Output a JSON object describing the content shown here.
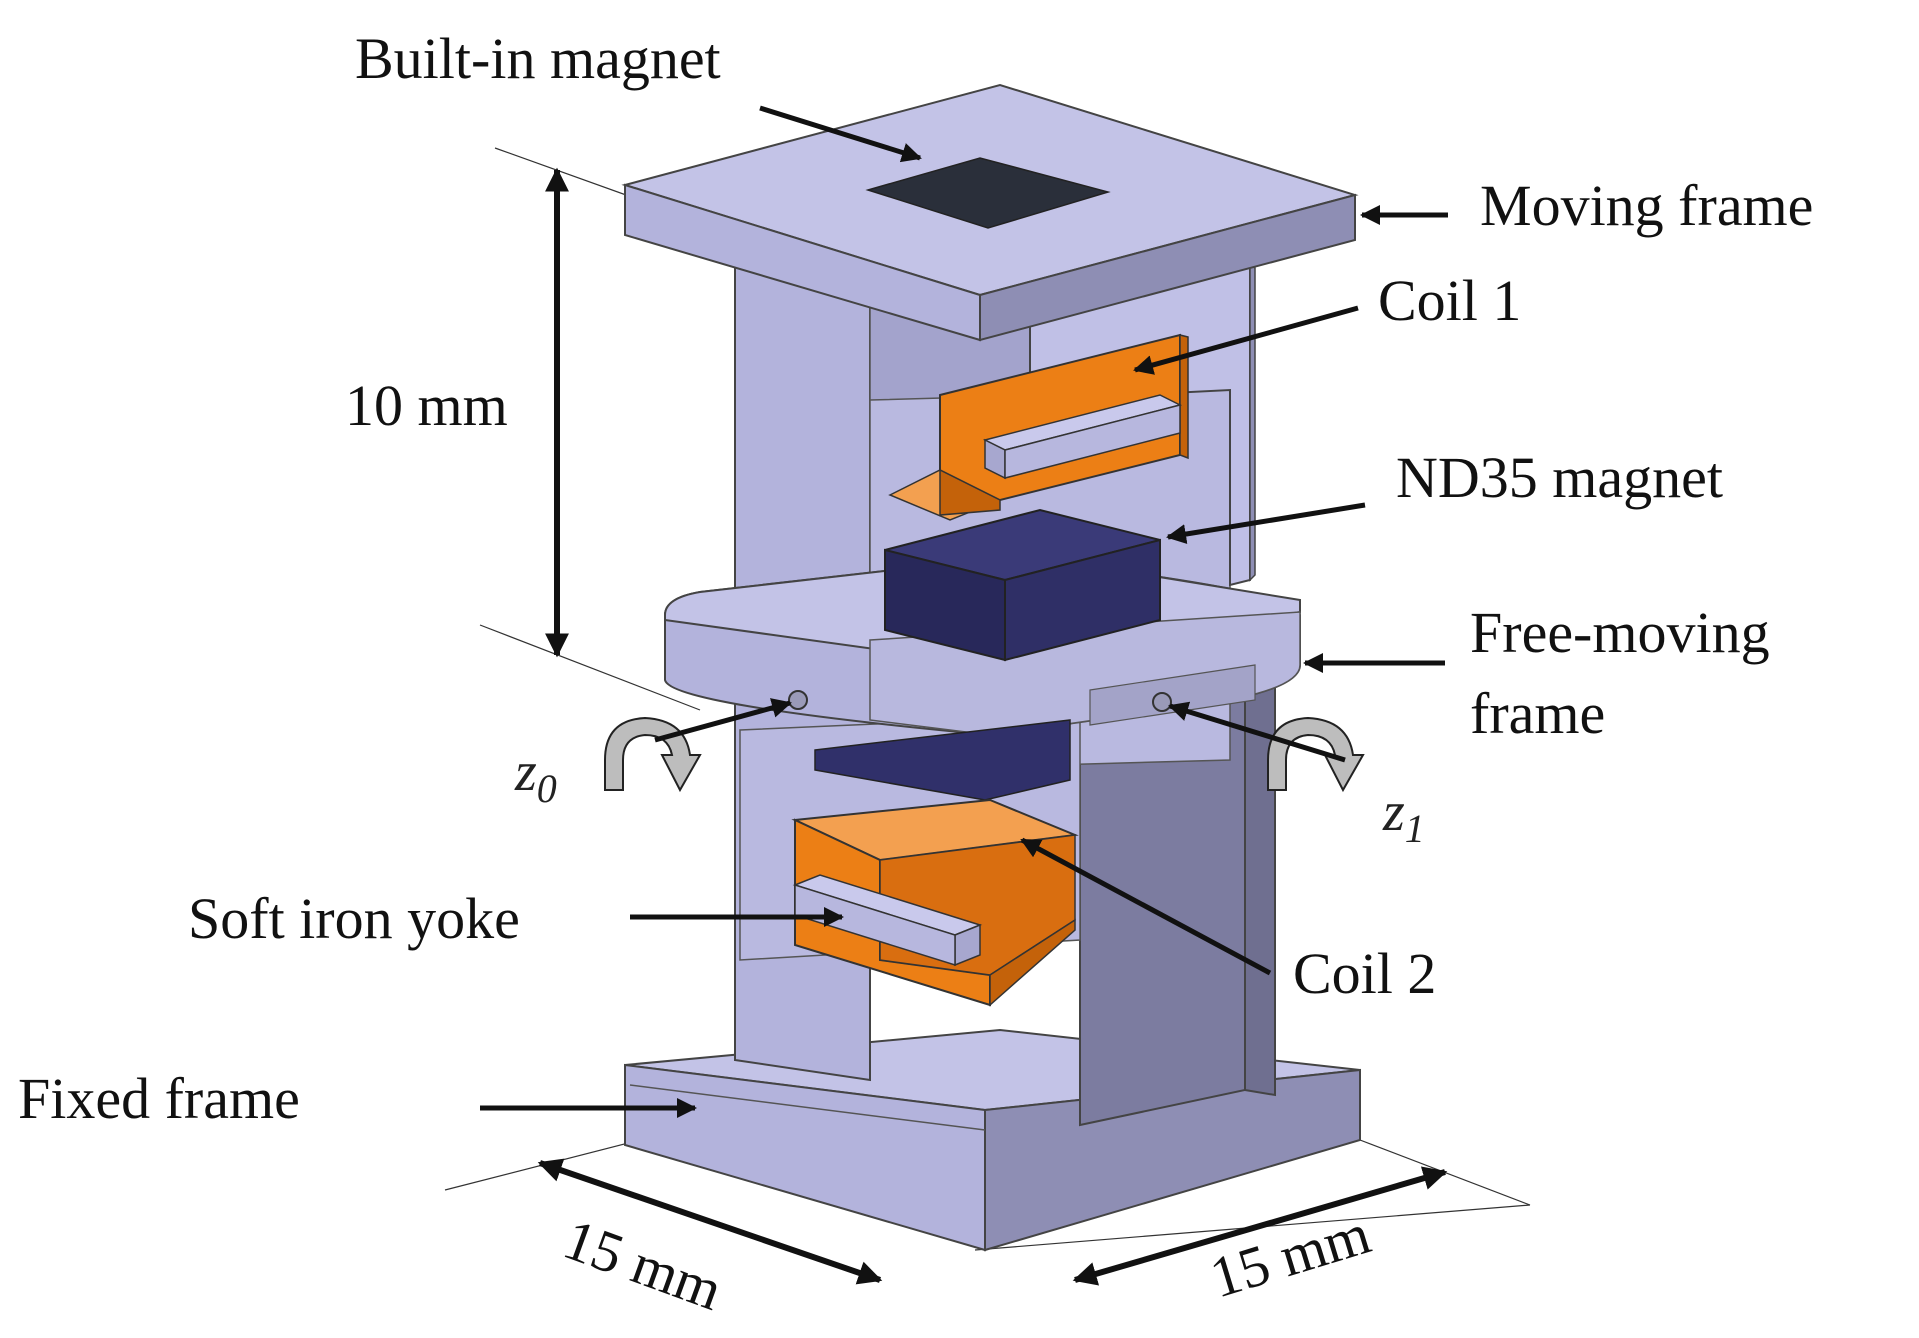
{
  "labels": {
    "built_in_magnet": "Built-in magnet",
    "moving_frame": "Moving frame",
    "coil_1": "Coil 1",
    "nd35_magnet": "ND35 magnet",
    "free_moving_frame_line1": "Free-moving",
    "free_moving_frame_line2": "frame",
    "soft_iron_yoke": "Soft iron yoke",
    "coil_2": "Coil 2",
    "fixed_frame": "Fixed frame"
  },
  "axes": {
    "z0": {
      "base": "z",
      "sub": "0"
    },
    "z1": {
      "base": "z",
      "sub": "1"
    }
  },
  "dimensions": {
    "height": "10 mm",
    "width_left": "15 mm",
    "width_right": "15 mm"
  },
  "colors": {
    "frame_top": "#c3c3e7",
    "frame_front": "#b3b3dc",
    "frame_side": "#8e8eb4",
    "frame_dark": "#6f6f90",
    "coil_front": "#ec7f15",
    "coil_top": "#f3a050",
    "coil_side": "#c4620a",
    "magnet_top": "#3a3a78",
    "magnet_front": "#28285a",
    "built_in_magnet": "#2a2f3a",
    "arrow": "#111111",
    "rotation_arrow": "#bdbdbd"
  }
}
